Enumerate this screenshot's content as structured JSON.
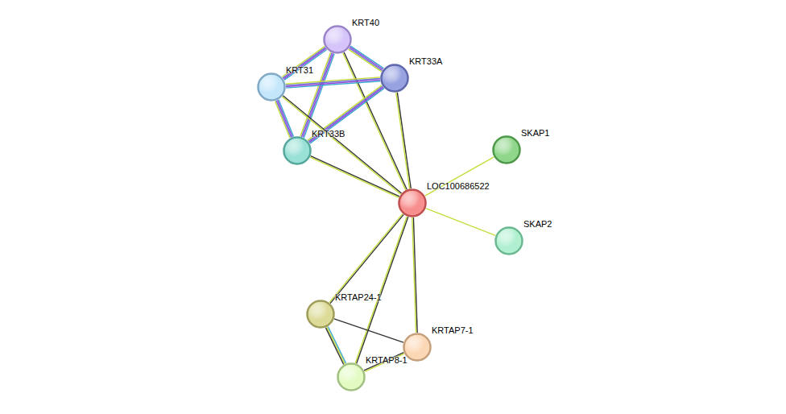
{
  "diagram": {
    "nodes": [
      {
        "text": [
          "KRT40"
        ]
      },
      {
        "text": [
          "KRT33A"
        ]
      },
      {
        "text": [
          "KRT31"
        ]
      },
      {
        "text": [
          "KRT33B"
        ]
      },
      {
        "text": [
          "SKAP1"
        ]
      },
      {
        "text": [
          "LOC100686522"
        ]
      },
      {
        "text": [
          "SKAP2"
        ]
      },
      {
        "text": [
          "KRTAP24-1"
        ]
      },
      {
        "text": [
          "KRTAP7-1"
        ]
      },
      {
        "text": [
          "KRTAP8-1"
        ]
      }
    ],
    "edges": [
      {
        "from": 0,
        "to": 1,
        "arrow": "none"
      },
      {
        "from": 0,
        "to": 2,
        "arrow": "none"
      },
      {
        "from": 0,
        "to": 3,
        "arrow": "none"
      },
      {
        "from": 0,
        "to": 5,
        "arrow": "none"
      },
      {
        "from": 1,
        "to": 2,
        "arrow": "none"
      },
      {
        "from": 1,
        "to": 3,
        "arrow": "none"
      },
      {
        "from": 1,
        "to": 5,
        "arrow": "none"
      },
      {
        "from": 2,
        "to": 3,
        "arrow": "none"
      },
      {
        "from": 2,
        "to": 5,
        "arrow": "none"
      },
      {
        "from": 3,
        "to": 5,
        "arrow": "none"
      },
      {
        "from": 4,
        "to": 5,
        "arrow": "none"
      },
      {
        "from": 6,
        "to": 5,
        "arrow": "none"
      },
      {
        "from": 5,
        "to": 7,
        "arrow": "none"
      },
      {
        "from": 5,
        "to": 8,
        "arrow": "none"
      },
      {
        "from": 5,
        "to": 9,
        "arrow": "none"
      },
      {
        "from": 7,
        "to": 8,
        "arrow": "none"
      },
      {
        "from": 7,
        "to": 9,
        "arrow": "none"
      },
      {
        "from": 9,
        "to": 8,
        "arrow": "none"
      }
    ]
  }
}
